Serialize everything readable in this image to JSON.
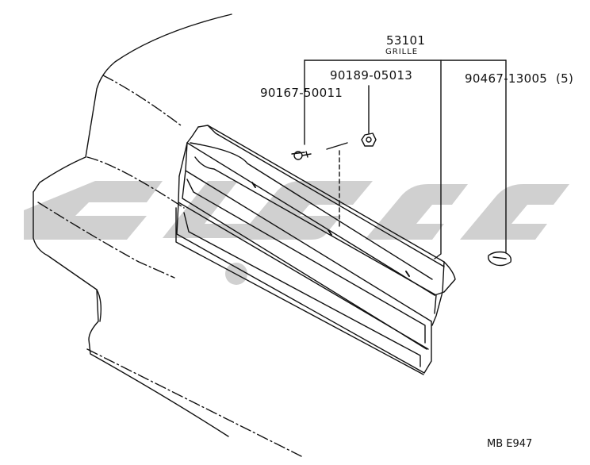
{
  "parts": {
    "grille": {
      "number": "53101",
      "name": "GRILLE"
    },
    "nut": {
      "number": "90189-05013"
    },
    "screw": {
      "number": "90167-50011"
    },
    "clip": {
      "number": "90467-13005",
      "qty": "(5)"
    }
  },
  "diagram_code": "MB E947",
  "colors": {
    "line": "#111111",
    "watermark": "#c8c8c8",
    "background": "#ffffff"
  }
}
